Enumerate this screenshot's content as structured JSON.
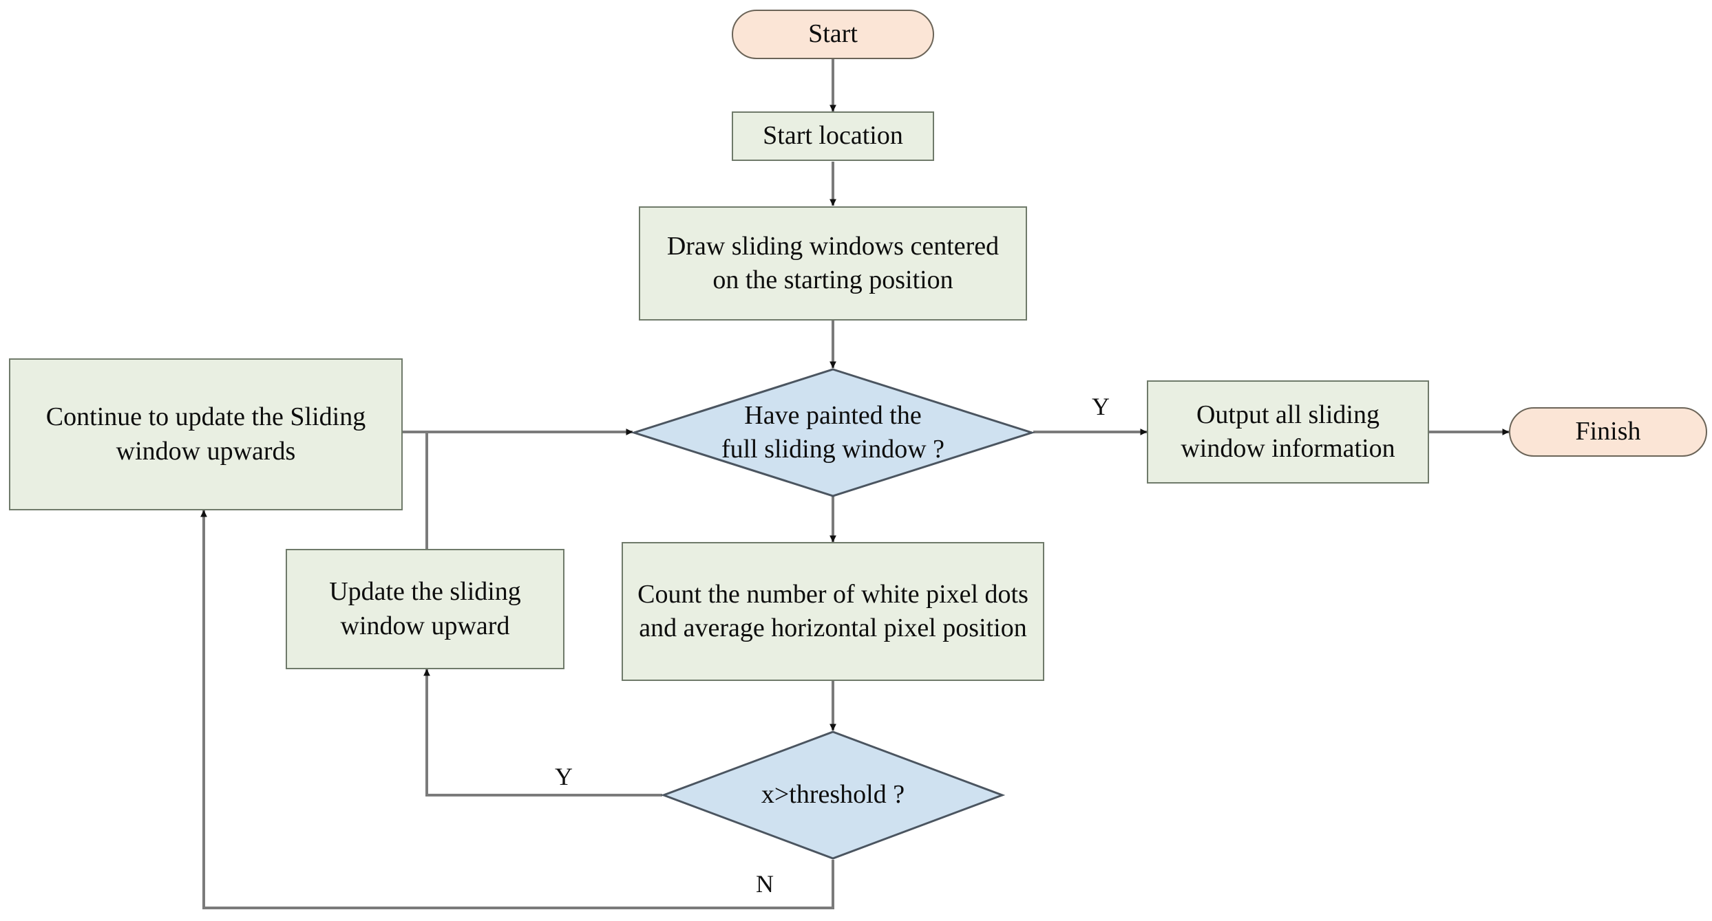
{
  "diagram": {
    "title": "Sliding window detection flowchart",
    "type": "flowchart",
    "colors": {
      "terminator_fill": "#fbe5d6",
      "terminator_stroke": "#6b6458",
      "process_fill": "#e9efe2",
      "process_stroke": "#6f7a6a",
      "decision_fill": "#cfe1f0",
      "decision_stroke": "#4b5560",
      "edge_stroke": "#7b7b7b",
      "arrowhead_fill": "#111111",
      "text": "#0d0d0d",
      "background": "#ffffff"
    },
    "nodes": [
      {
        "id": "start",
        "shape": "terminator",
        "label": "Start"
      },
      {
        "id": "start-location",
        "shape": "process",
        "label": "Start location"
      },
      {
        "id": "draw-windows",
        "shape": "process",
        "label": "Draw sliding windows centered\non the starting position"
      },
      {
        "id": "painted-full",
        "shape": "decision",
        "label": "Have painted the\nfull sliding window ?"
      },
      {
        "id": "continue-update",
        "shape": "process",
        "label": "Continue to update the Sliding\nwindow upwards"
      },
      {
        "id": "output-info",
        "shape": "process",
        "label": "Output all sliding\nwindow information"
      },
      {
        "id": "finish",
        "shape": "terminator",
        "label": "Finish"
      },
      {
        "id": "count-pixels",
        "shape": "process",
        "label": "Count the number of white pixel dots\nand average horizontal pixel position"
      },
      {
        "id": "update-window",
        "shape": "process",
        "label": "Update the sliding\nwindow upward"
      },
      {
        "id": "threshold",
        "shape": "decision",
        "label": "x>threshold ?"
      }
    ],
    "edges": [
      {
        "id": "e1",
        "from": "start",
        "to": "start-location",
        "label": ""
      },
      {
        "id": "e2",
        "from": "start-location",
        "to": "draw-windows",
        "label": ""
      },
      {
        "id": "e3",
        "from": "draw-windows",
        "to": "painted-full",
        "label": ""
      },
      {
        "id": "e4",
        "from": "painted-full",
        "to": "output-info",
        "label": "Y"
      },
      {
        "id": "e5",
        "from": "output-info",
        "to": "finish",
        "label": ""
      },
      {
        "id": "e6",
        "from": "painted-full",
        "to": "count-pixels",
        "label": ""
      },
      {
        "id": "e7",
        "from": "count-pixels",
        "to": "threshold",
        "label": ""
      },
      {
        "id": "e8",
        "from": "threshold",
        "to": "update-window",
        "label": "Y"
      },
      {
        "id": "e9",
        "from": "update-window",
        "to": "continue-update",
        "label": ""
      },
      {
        "id": "e10",
        "from": "threshold",
        "to": "continue-update",
        "label": "N"
      },
      {
        "id": "e11",
        "from": "continue-update",
        "to": "painted-full",
        "label": ""
      }
    ],
    "edge_labels": {
      "painted_yes": "Y",
      "threshold_yes": "Y",
      "threshold_no": "N"
    }
  }
}
